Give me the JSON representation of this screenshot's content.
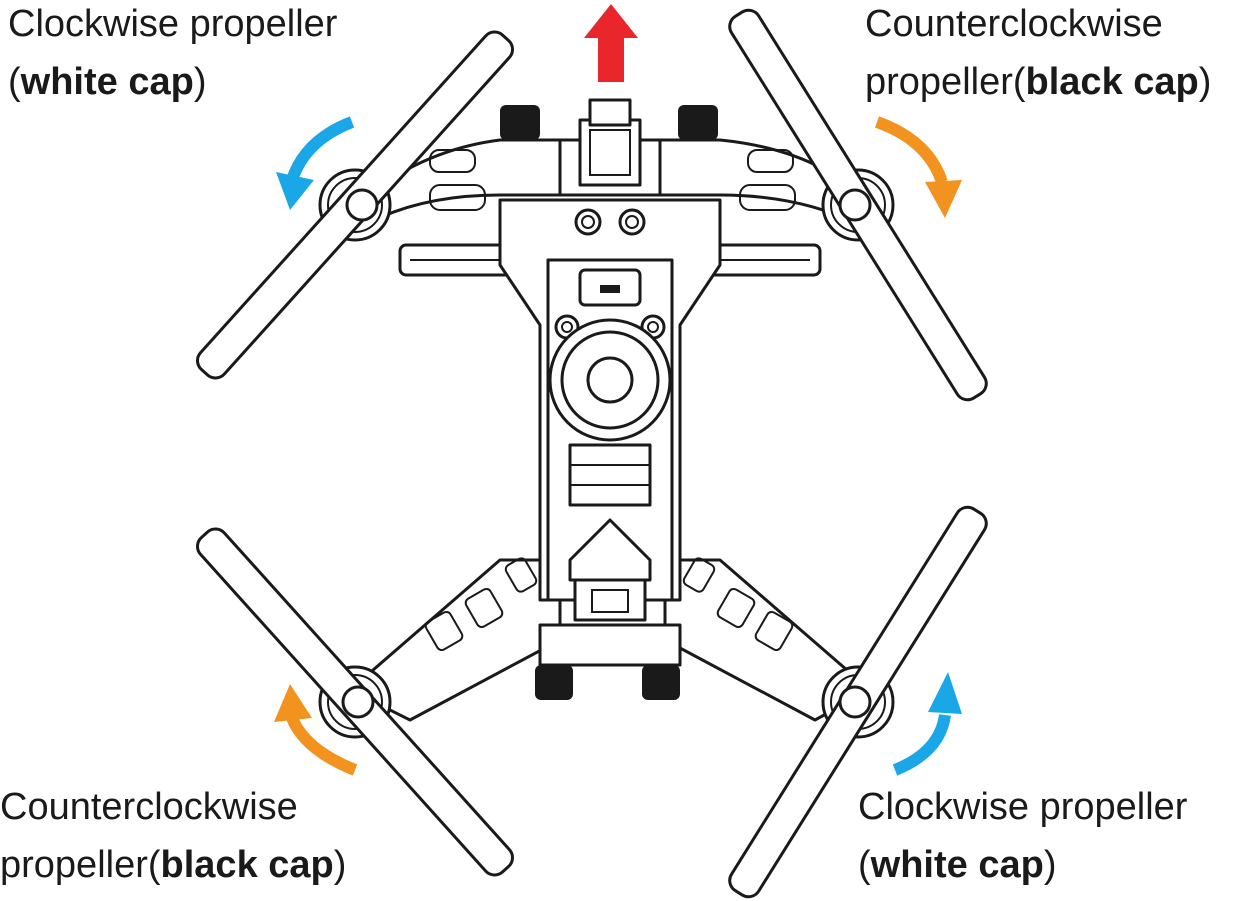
{
  "labels": {
    "top_left": {
      "line1": "Clockwise propeller",
      "open": "(",
      "bold": "white cap",
      "close": ")"
    },
    "top_right": {
      "line1": "Counterclockwise",
      "pre": "propeller(",
      "bold": "black cap",
      "close": ")"
    },
    "bottom_left": {
      "line1": "Counterclockwise",
      "pre": "propeller(",
      "bold": "black cap",
      "close": ")"
    },
    "bottom_right": {
      "line1": "Clockwise propeller",
      "open": "(",
      "bold": "white cap",
      "close": ")"
    }
  },
  "colors": {
    "forward_arrow": "#e8262b",
    "clockwise_arrow": "#1aa7e8",
    "counterclockwise_arrow": "#f2921f",
    "line": "#1a1a1a"
  },
  "icons": {
    "forward": "forward-arrow-icon",
    "rotation": "rotation-arrow-icon"
  }
}
